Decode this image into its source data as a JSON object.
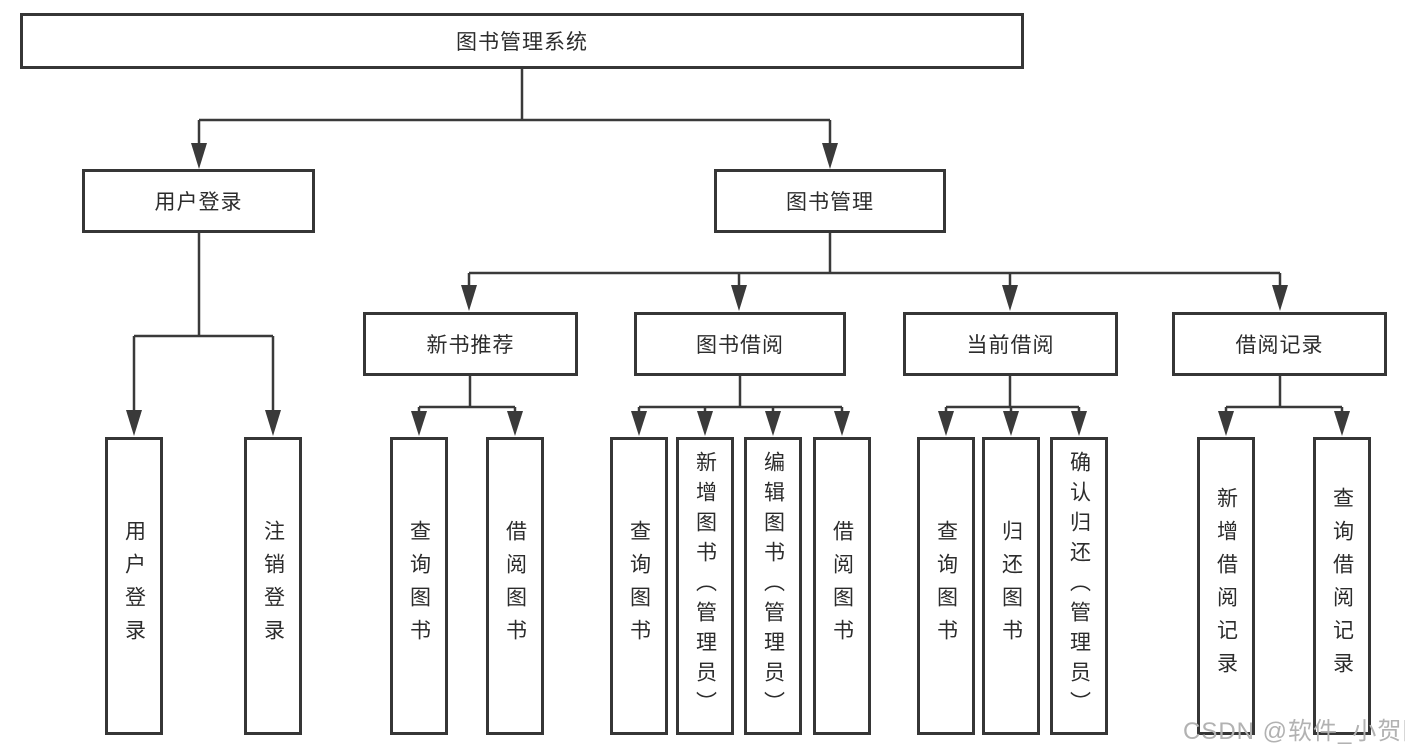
{
  "tree": {
    "root_label": "图书管理系统",
    "user_login": {
      "label": "用户登录",
      "children": [
        {
          "label": "用户登录"
        },
        {
          "label": "注销登录"
        }
      ]
    },
    "book_management": {
      "label": "图书管理",
      "sections": [
        {
          "label": "新书推荐",
          "children": [
            {
              "label": "查询图书"
            },
            {
              "label": "借阅图书"
            }
          ]
        },
        {
          "label": "图书借阅",
          "children": [
            {
              "label": "查询图书"
            },
            {
              "label": "新增图书（管理员）"
            },
            {
              "label": "编辑图书（管理员）"
            },
            {
              "label": "借阅图书"
            }
          ]
        },
        {
          "label": "当前借阅",
          "children": [
            {
              "label": "查询图书"
            },
            {
              "label": "归还图书"
            },
            {
              "label": "确认归还（管理员）"
            }
          ]
        },
        {
          "label": "借阅记录",
          "children": [
            {
              "label": "新增借阅记录"
            },
            {
              "label": "查询借阅记录"
            }
          ]
        }
      ]
    }
  },
  "watermark": {
    "text": "CSDN @软件_小贺同学"
  },
  "colors": {
    "line": "#3a3a3a",
    "box_border": "#363636",
    "text": "#2c2c2c",
    "background": "#ffffff",
    "watermark": "#b2b2b2"
  }
}
